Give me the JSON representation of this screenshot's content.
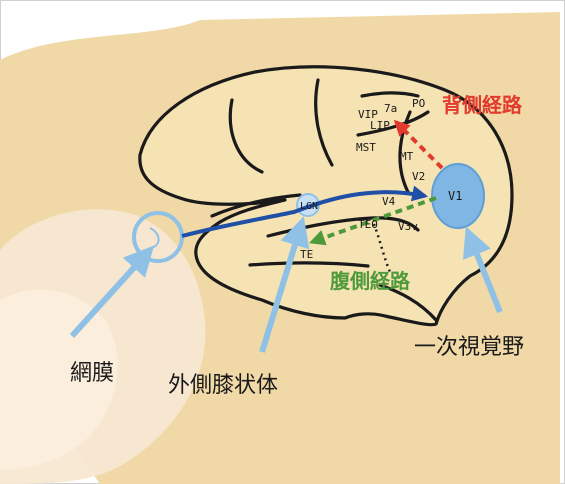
{
  "labels": {
    "retina": "網膜",
    "lgn_jp": "外側膝状体",
    "v1_jp": "一次視覚野",
    "dorsal": "背側経路",
    "ventral": "腹側経路"
  },
  "areas": {
    "lgn": "LGN",
    "v1": "V1",
    "v2": "V2",
    "v3v": "V3v",
    "v4": "V4",
    "teo": "TEO",
    "te": "TE",
    "mt": "MT",
    "mst": "MST",
    "lip": "LIP",
    "vip": "VIP",
    "a7a": "7a",
    "po": "PO"
  },
  "colors": {
    "background": "#f6e3b4",
    "head": "#f0d9a6",
    "face": "#f7e8d2",
    "brain_outline": "#1a1a1a",
    "pointer": "#8fc1e6",
    "v1_fill": "#7fb6e3",
    "visual_pathway": "#1f4fa6",
    "dorsal_stream": "#e23a2c",
    "ventral_stream": "#4e9a3a",
    "label_text": "#1a1a1a"
  }
}
